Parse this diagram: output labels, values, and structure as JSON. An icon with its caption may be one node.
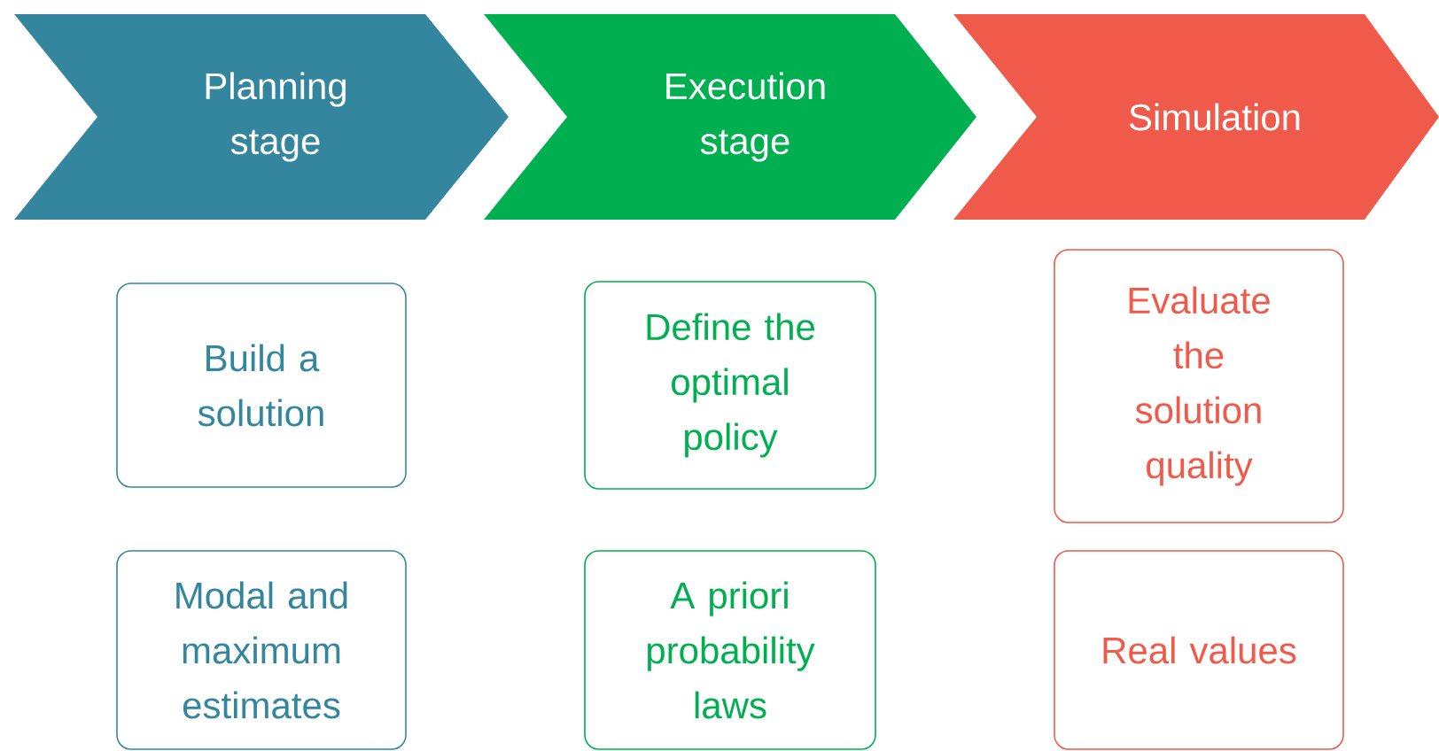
{
  "diagram": {
    "nodes": [
      {
        "text": [
          "Planning stage"
        ]
      },
      {
        "text": [
          "Execution stage"
        ]
      },
      {
        "text": [
          "Simulation"
        ]
      },
      {
        "text": [
          "Build a solution"
        ]
      },
      {
        "text": [
          "Define the optimal policy"
        ]
      },
      {
        "text": [
          "Evaluate the solution quality"
        ]
      },
      {
        "text": [
          "Modal and maximum estimates"
        ]
      },
      {
        "text": [
          "A priori probability laws"
        ]
      },
      {
        "text": [
          "Real values"
        ]
      }
    ]
  }
}
